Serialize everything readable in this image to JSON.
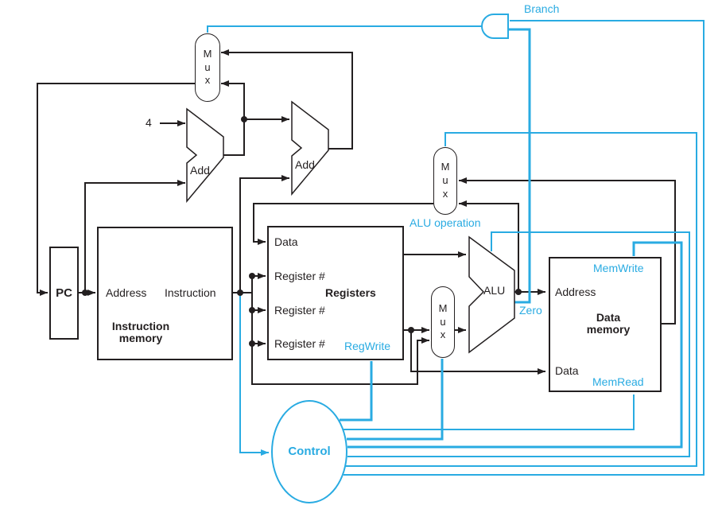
{
  "colors": {
    "accent_cyan": "#29ABE2",
    "wire_black": "#231F20",
    "background": "#ffffff"
  },
  "blocks": {
    "pc": {
      "label": "PC"
    },
    "instruction_memory": {
      "title": "Instruction\nmemory",
      "address_port": "Address",
      "instruction_port": "Instruction"
    },
    "registers": {
      "title": "Registers",
      "data_port": "Data",
      "register_port": "Register #",
      "write_signal": "RegWrite"
    },
    "data_memory": {
      "title": "Data\nmemory",
      "address_port": "Address",
      "data_port": "Data",
      "write_signal": "MemWrite",
      "read_signal": "MemRead"
    },
    "alu": {
      "label": "ALU",
      "zero_flag": "Zero",
      "operation_signal": "ALU operation"
    },
    "adder": {
      "label": "Add",
      "increment_constant": "4"
    },
    "mux": {
      "label": "M\nu\nx"
    },
    "control": {
      "label": "Control",
      "branch_signal": "Branch"
    }
  }
}
